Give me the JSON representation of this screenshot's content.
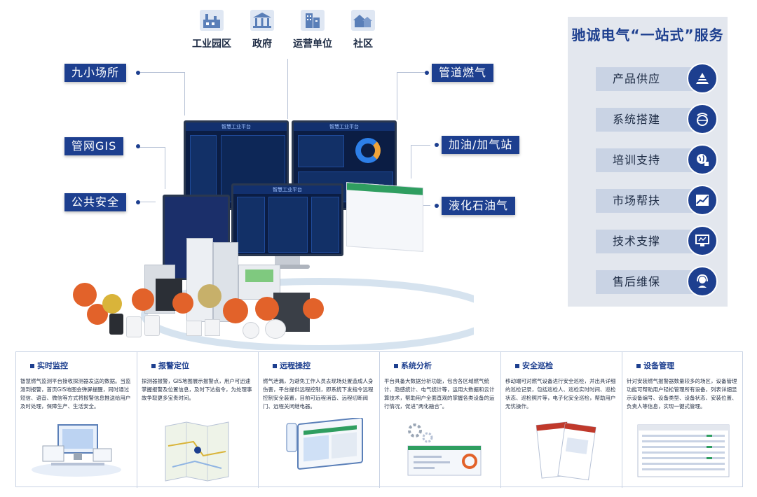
{
  "sectors": [
    {
      "label": "工业园区",
      "icon": "factory-icon"
    },
    {
      "label": "政府",
      "icon": "government-building-icon"
    },
    {
      "label": "运营单位",
      "icon": "office-building-icon"
    },
    {
      "label": "社区",
      "icon": "community-houses-icon"
    }
  ],
  "scenarios_left": [
    "九小场所",
    "管网GIS",
    "公共安全"
  ],
  "scenarios_right": [
    "管道燃气",
    "加油/加气站",
    "液化石油气"
  ],
  "hero": {
    "screen_titles": [
      "智慧工业平台",
      "智慧工业平台",
      "智慧工业平台"
    ]
  },
  "services": {
    "title": "驰诚电气“一站式”服务",
    "items": [
      {
        "label": "产品供应",
        "icon": "supply-pyramid-icon"
      },
      {
        "label": "系统搭建",
        "icon": "signal-globe-icon"
      },
      {
        "label": "培训支持",
        "icon": "training-globe-icon"
      },
      {
        "label": "市场帮扶",
        "icon": "growth-chart-icon"
      },
      {
        "label": "技术支撑",
        "icon": "monitor-icon"
      },
      {
        "label": "售后维保",
        "icon": "headset-icon"
      }
    ]
  },
  "features": [
    {
      "title": "实时监控",
      "desc": "智慧燃气监测平台接收探测器发送的数据。当监测到报警，首页GIS地图会弹屏提醒，同时通过短信、语音、微信等方式将报警信息推送给用户及时处理，保障生产、生活安全。",
      "image": "laptop-monitor-illustration"
    },
    {
      "title": "报警定位",
      "desc": "探测器报警，GIS地图展示报警点，用户可迅速掌握报警及位置信息，及时下达指令，为处理事故争取更多宝贵时间。",
      "image": "map-illustration"
    },
    {
      "title": "远程操控",
      "desc": "燃气泄漏，为避免工作人员去现场处置造成人身伤害，平台提供远程控制，即系统下发指令远程控制安全装置，目前可远程消音、远程切断阀门、远程关闭继电器。",
      "image": "tablet-phone-illustration"
    },
    {
      "title": "系统分析",
      "desc": "平台具备大数据分析功能，包含各区域燃气统计、趋感统计、电气统计等，运用大数据和云计算技术，帮助用户全面直观的掌握各类设备的运行情况，促进“两化融合”。",
      "image": "analytics-dashboard-illustration"
    },
    {
      "title": "安全巡检",
      "desc": "移动端可对燃气设备进行安全巡检，并出具详细的巡检记录，包括巡检人、巡检实时时间、巡检状态、巡检照片等，电子化安全巡检，帮助用户无忧操作。",
      "image": "inspection-report-illustration"
    },
    {
      "title": "设备管理",
      "desc": "针对安装燃气报警器数量较多的场区，设备管理功能可帮助用户轻松管理所有设备，列表详细显示设备编号、设备类型、设备状态、安装位置、负责人等信息，实现一键式管理。",
      "image": "device-table-illustration"
    }
  ],
  "colors": {
    "brand": "#1d3f8f",
    "panel": "#e3e7ee",
    "accent_orange": "#e2622a"
  }
}
